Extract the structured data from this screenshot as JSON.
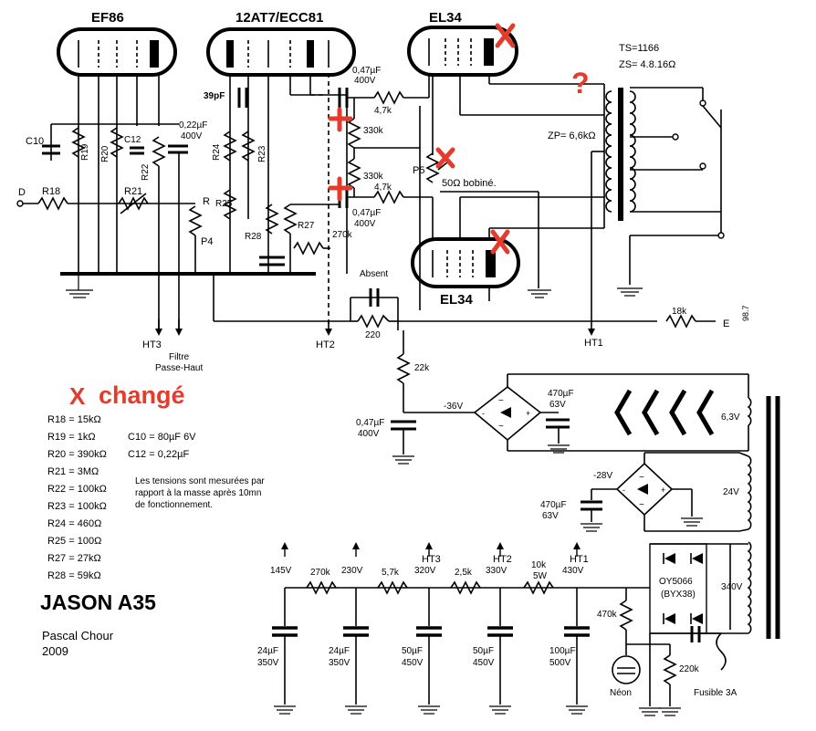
{
  "tubes": {
    "ef86": "EF86",
    "ecc81": "12AT7/ECC81",
    "el34_top": "EL34",
    "el34_bottom": "EL34"
  },
  "transformer": {
    "ts": "TS=1166",
    "zs": "ZS= 4.8.16Ω",
    "zp": "ZP= 6,6kΩ"
  },
  "annotations": {
    "question": "?",
    "changed": "changé",
    "changed_mark": "X",
    "absent": "Absent",
    "filter": "Filtre",
    "highpass": "Passe-Haut",
    "note": [
      "Les tensions sont mesurées par",
      "rapport à la masse après 10mn",
      "de fonctionnement."
    ],
    "title": "JASON A35",
    "author": "Pascal Chour",
    "year": "2009",
    "sideref": "98.7"
  },
  "labels": {
    "c10": "C10",
    "r19": "R19",
    "r20": "R20",
    "c12": "C12",
    "r22": "R22",
    "cap_022": "0,22µF",
    "v400a": "400V",
    "d": "D",
    "r18": "R18",
    "r21": "R21",
    "r": "R",
    "p4": "P4",
    "r24": "R24",
    "r23": "R23",
    "r25": "R25",
    "r28": "R28",
    "r27": "R27",
    "c39": "39pF",
    "cap047a": "0,47µF",
    "v400b": "400V",
    "r47ka": "4,7k",
    "r330a": "330k",
    "r330b": "330k",
    "r47kb": "4,7k",
    "cap047b": "0,47µF",
    "v400c": "400V",
    "r270": "270k",
    "p5": "P5",
    "p5val": "50Ω bobiné.",
    "r220": "220",
    "r22k": "22k",
    "ht3": "HT3",
    "ht2": "HT2",
    "ht1": "HT1",
    "r18k": "18k",
    "e": "E",
    "cap047c": "0,47µF",
    "v400d": "400V",
    "m36": "-36V",
    "cap470a": "470µF",
    "v63a": "63V",
    "v63ac": "6,3V",
    "m28": "-28V",
    "cap470b": "470µF",
    "v63b": "63V",
    "v24": "24V",
    "v340": "340V",
    "diode_type": "OY5066",
    "diode_alt": "(BYX38)",
    "neon": "Néon",
    "r220k": "220k",
    "r470k": "470k",
    "fuse": "Fusible 3A"
  },
  "parts_list": [
    {
      "left": "R18 =  15kΩ",
      "right": ""
    },
    {
      "left": "R19 =   1kΩ",
      "right": "C10 = 80µF 6V"
    },
    {
      "left": "R20 = 390kΩ",
      "right": "C12 = 0,22µF"
    },
    {
      "left": "R21 =   3MΩ",
      "right": ""
    },
    {
      "left": "R22 = 100kΩ",
      "right": ""
    },
    {
      "left": "R23 = 100kΩ",
      "right": ""
    },
    {
      "left": "R24 = 460Ω",
      "right": ""
    },
    {
      "left": "R25 = 100Ω",
      "right": ""
    },
    {
      "left": "R27 =  27kΩ",
      "right": ""
    },
    {
      "left": "R28 =  59kΩ",
      "right": ""
    }
  ],
  "supply": {
    "taps": [
      {
        "voltage": "145V",
        "name": ""
      },
      {
        "voltage": "230V",
        "name": ""
      },
      {
        "voltage": "320V",
        "name": "HT3"
      },
      {
        "voltage": "330V",
        "name": "HT2"
      },
      {
        "voltage": "430V",
        "name": "HT1"
      }
    ],
    "resistors": [
      "270k",
      "5,7k",
      "2,5k",
      "10k",
      "5W"
    ],
    "caps": [
      {
        "value": "24µF",
        "voltage": "350V"
      },
      {
        "value": "24µF",
        "voltage": "350V"
      },
      {
        "value": "50µF",
        "voltage": "450V"
      },
      {
        "value": "50µF",
        "voltage": "450V"
      },
      {
        "value": "100µF",
        "voltage": "500V"
      }
    ]
  }
}
